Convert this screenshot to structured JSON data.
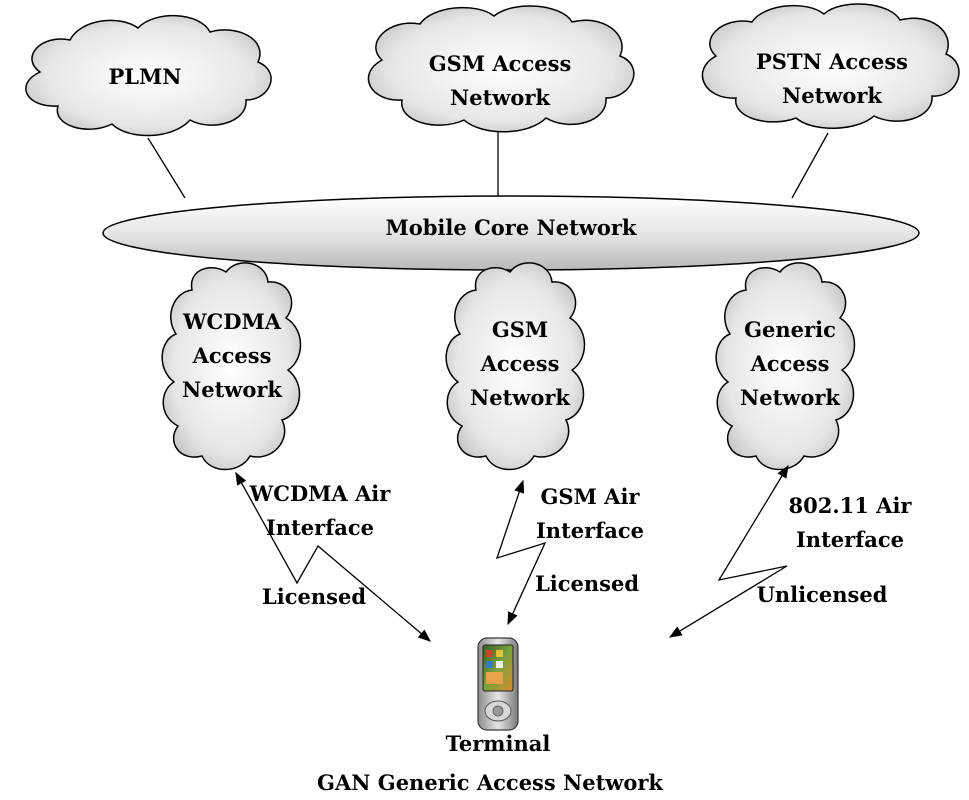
{
  "clouds": {
    "plmn": {
      "lines": [
        "PLMN"
      ]
    },
    "gsm_top": {
      "lines": [
        "GSM Access",
        "Network"
      ]
    },
    "pstn": {
      "lines": [
        "PSTN Access",
        "Network"
      ]
    },
    "wcdma": {
      "lines": [
        "WCDMA",
        "Access",
        "Network"
      ]
    },
    "gsm_mid": {
      "lines": [
        "GSM",
        "Access",
        "Network"
      ]
    },
    "generic": {
      "lines": [
        "Generic",
        "Access",
        "Network"
      ]
    }
  },
  "core": {
    "label": "Mobile Core Network"
  },
  "interfaces": {
    "wcdma": {
      "title": [
        "WCDMA Air",
        "Interface"
      ],
      "license": "Licensed"
    },
    "gsm": {
      "title": [
        "GSM Air",
        "Interface"
      ],
      "license": "Licensed"
    },
    "wifi": {
      "title": [
        "802.11 Air",
        "Interface"
      ],
      "license": "Unlicensed"
    }
  },
  "terminal": {
    "label": "Terminal"
  },
  "caption": "GAN Generic Access Network"
}
